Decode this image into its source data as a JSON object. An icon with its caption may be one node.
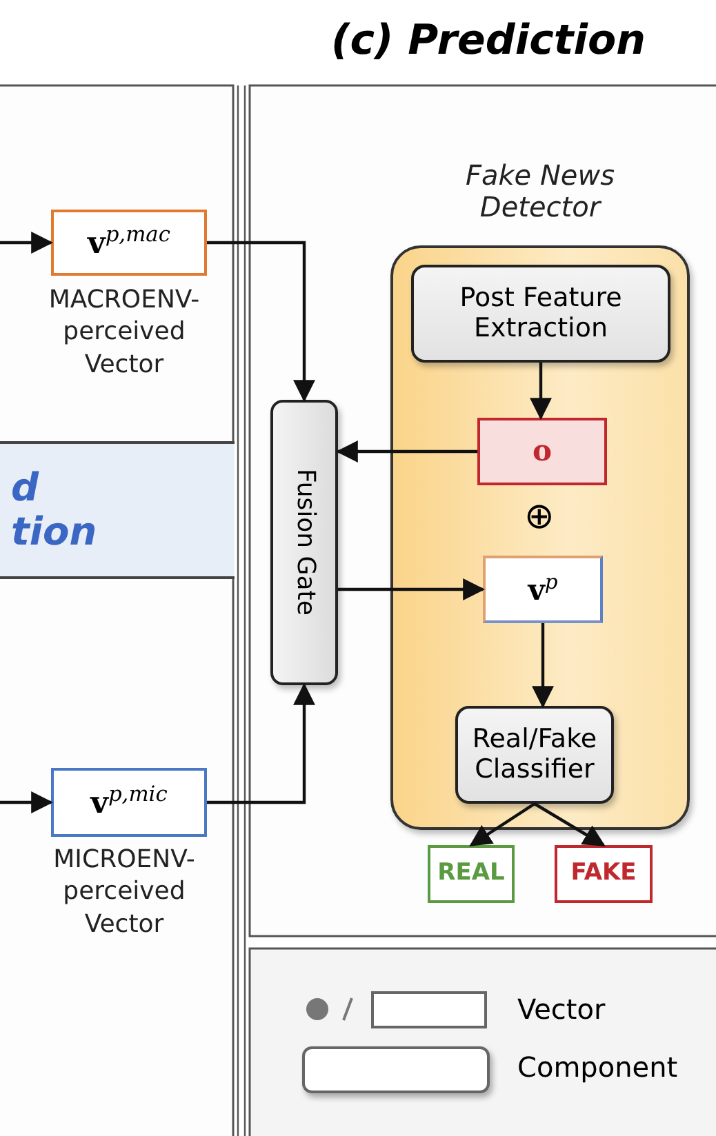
{
  "diagram": {
    "title": "(c) Prediction",
    "nodes": [
      {
        "text": [
          "**v**$^{p,mac}$"
        ],
        "beside": [
          "MACROENV-perceived Vector"
        ]
      },
      {
        "text": [
          "Fusion Gate"
        ]
      },
      {
        "text": [
          "Fake News Detector"
        ]
      },
      {
        "text": [
          "Post Feature Extraction"
        ],
        "in": 2
      },
      {
        "text": [
          "o"
        ],
        "in": 2
      },
      {
        "text": [
          "**v**$^{p}$"
        ],
        "in": 2
      },
      {
        "text": [
          "Real/Fake Classifier"
        ],
        "in": 2
      },
      {
        "text": [
          "REAL"
        ]
      },
      {
        "text": [
          "FAKE"
        ]
      },
      {
        "text": [
          "**v**$^{p,mic}$"
        ],
        "beside": [
          "MICROENV-perceived Vector"
        ]
      },
      {
        "text": [
          "d tion"
        ]
      }
    ],
    "edges": [
      {
        "from": null,
        "to": 0,
        "arrow": "to"
      },
      {
        "from": 0,
        "to": 1,
        "arrow": "to"
      },
      {
        "from": 4,
        "to": 1,
        "arrow": "to"
      },
      {
        "from": 9,
        "to": 1,
        "arrow": "to"
      },
      {
        "from": null,
        "to": 9,
        "arrow": "to"
      },
      {
        "from": 1,
        "to": 5,
        "arrow": "to"
      },
      {
        "from": 3,
        "to": 4,
        "arrow": "to"
      },
      {
        "from": 5,
        "to": 6,
        "arrow": "to"
      },
      {
        "from": 6,
        "to": 7,
        "arrow": "to"
      },
      {
        "from": 6,
        "to": 8,
        "arrow": "to"
      }
    ],
    "labels": [
      "⊕"
    ],
    "legend": [
      {
        "text": "Vector"
      },
      {
        "text": "Component"
      }
    ]
  }
}
